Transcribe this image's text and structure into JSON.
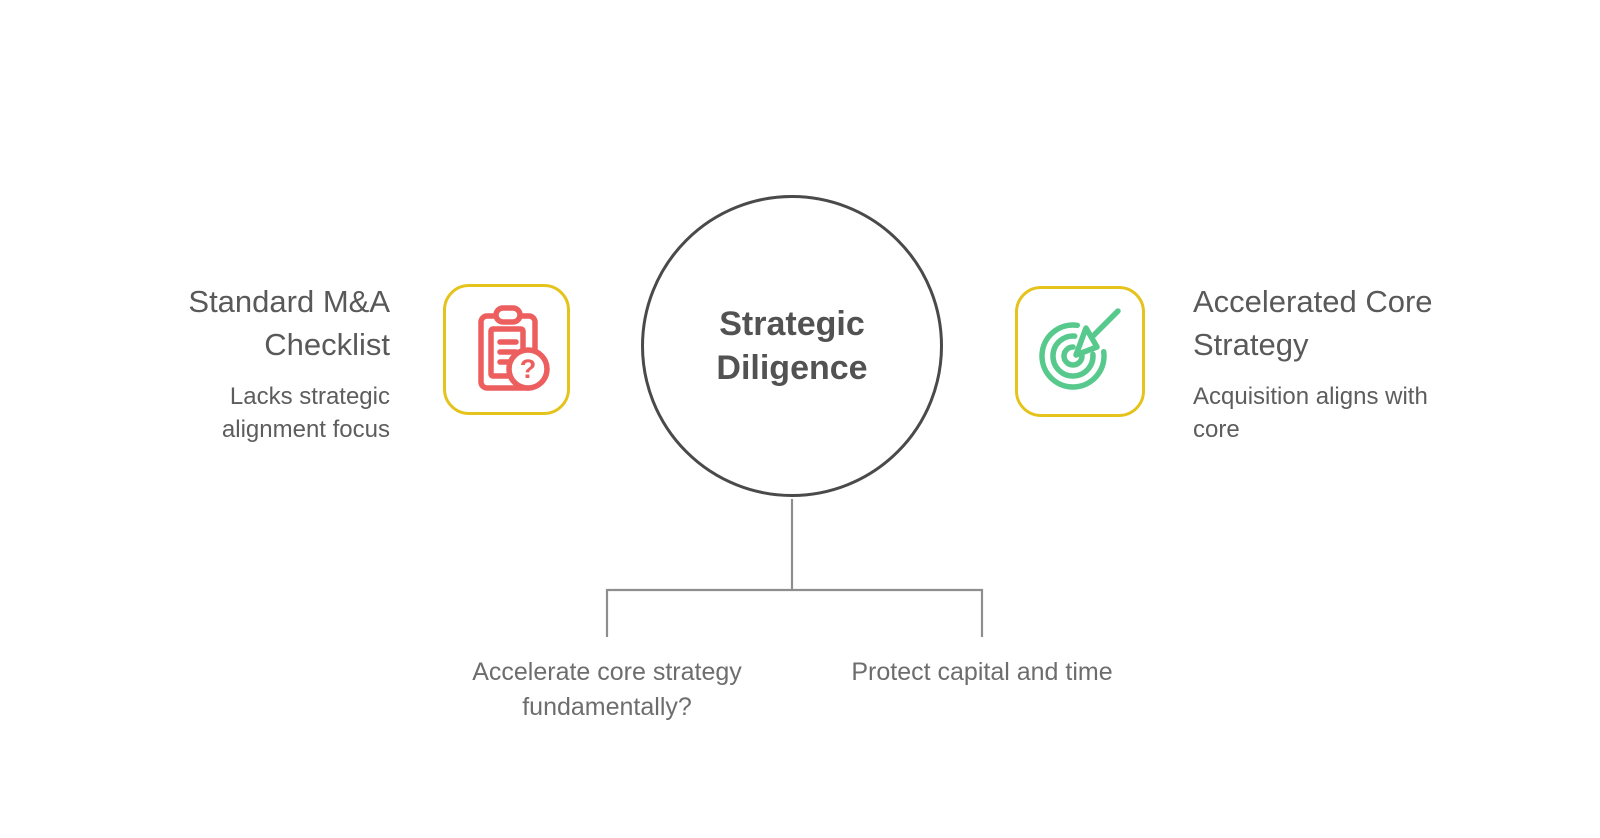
{
  "diagram": {
    "center": {
      "label": "Strategic\nDiligence"
    },
    "left": {
      "heading": "Standard M&A\nChecklist",
      "description": "Lacks strategic\nalignment focus",
      "icon": "clipboard-question-icon"
    },
    "right": {
      "heading": "Accelerated Core\nStrategy",
      "description": "Acquisition aligns with\ncore",
      "icon": "target-arrow-icon"
    },
    "branches": [
      {
        "label": "Accelerate core strategy\nfundamentally?"
      },
      {
        "label": "Protect capital and time"
      }
    ],
    "colors": {
      "background": "#ffffff",
      "icon_box_border": "#e4c41c",
      "left_icon": "#ed5f5f",
      "right_icon": "#58c98c",
      "node_border": "#4a4a4a",
      "connector": "#8e8e8e",
      "heading_text": "#595959",
      "body_text": "#5d5d5d",
      "branch_text": "#6d6d6d",
      "center_text": "#525252"
    }
  }
}
